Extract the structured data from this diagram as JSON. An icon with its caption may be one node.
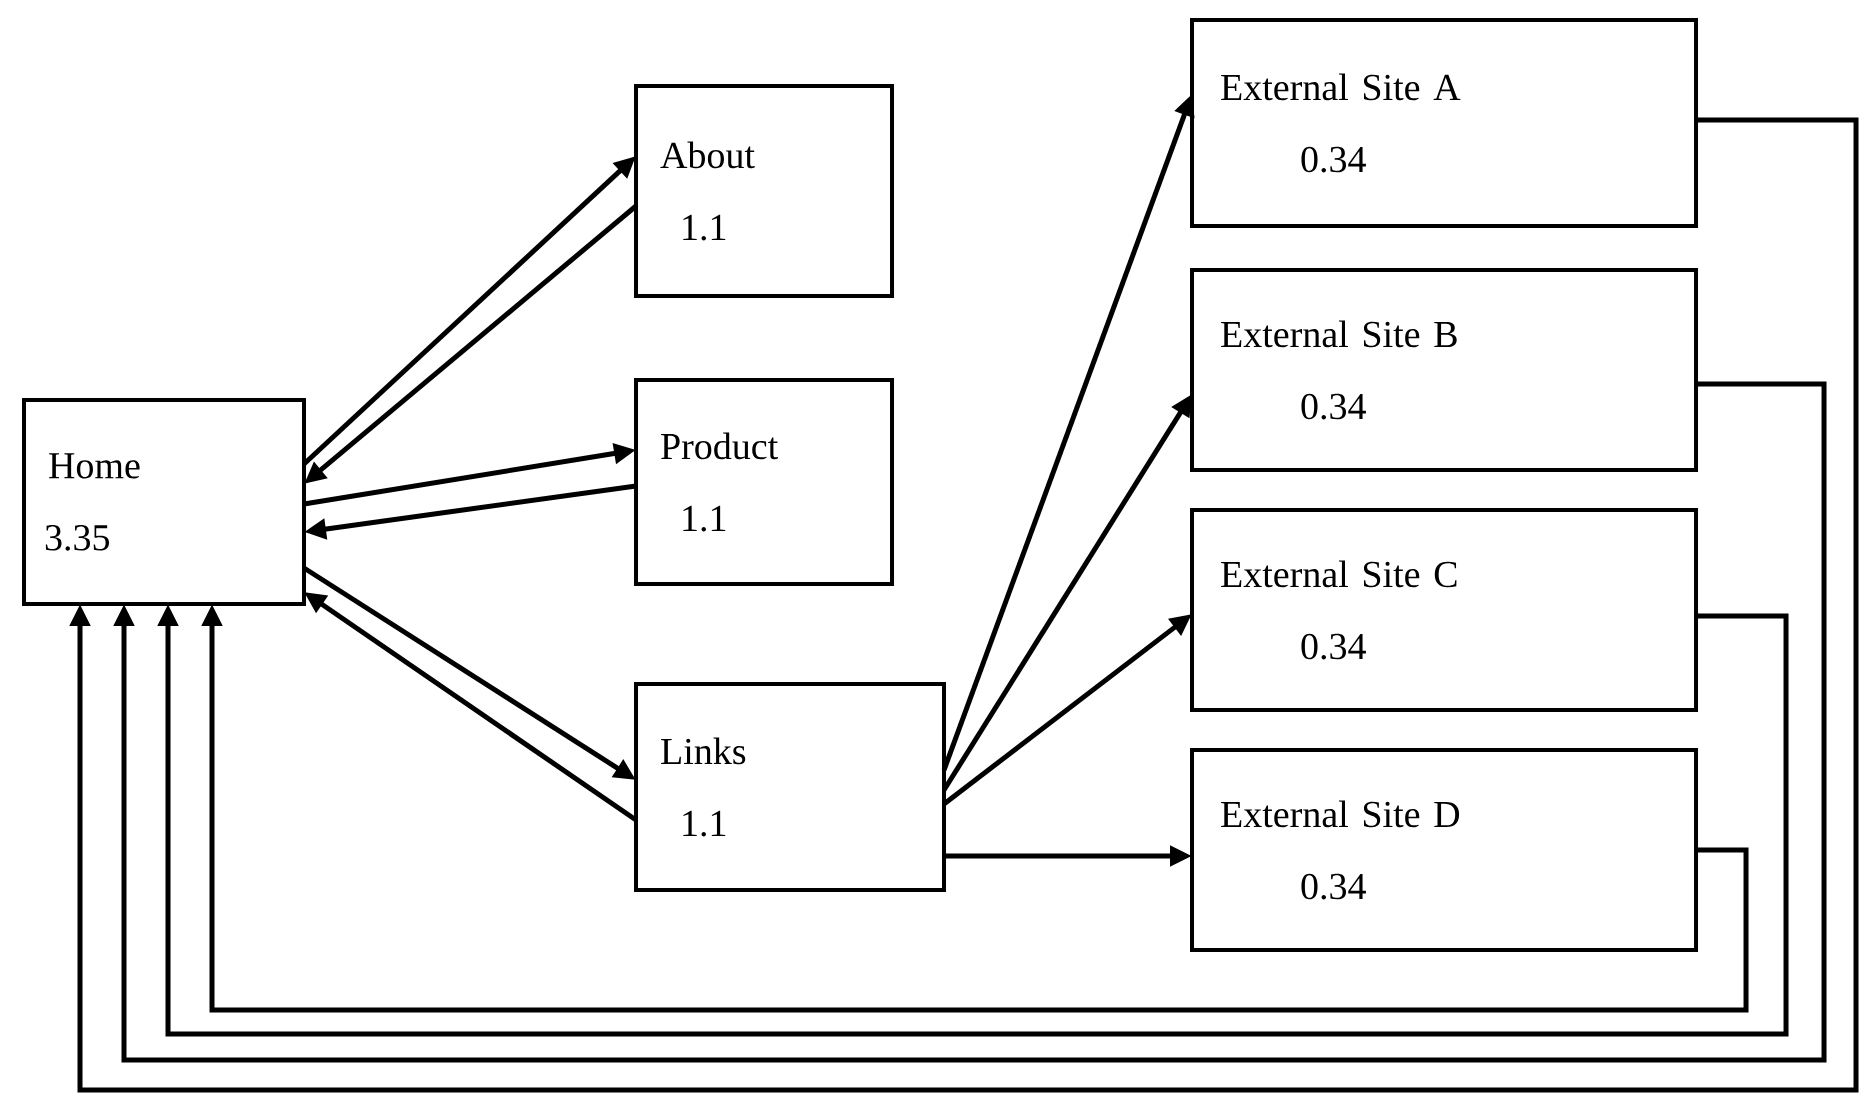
{
  "diagram": {
    "nodes": [
      {
        "text": [
          "Home",
          "3.35"
        ]
      },
      {
        "text": [
          "About",
          "1.1"
        ]
      },
      {
        "text": [
          "Product",
          "1.1"
        ]
      },
      {
        "text": [
          "Links",
          "1.1"
        ]
      },
      {
        "text": [
          "External Site A",
          "0.34"
        ]
      },
      {
        "text": [
          "External Site B",
          "0.34"
        ]
      },
      {
        "text": [
          "External Site C",
          "0.34"
        ]
      },
      {
        "text": [
          "External Site D",
          "0.34"
        ]
      }
    ],
    "edges": [
      {
        "from": 0,
        "to": 1,
        "arrow": "to"
      },
      {
        "from": 1,
        "to": 0,
        "arrow": "to"
      },
      {
        "from": 0,
        "to": 2,
        "arrow": "to"
      },
      {
        "from": 2,
        "to": 0,
        "arrow": "to"
      },
      {
        "from": 0,
        "to": 3,
        "arrow": "to"
      },
      {
        "from": 3,
        "to": 0,
        "arrow": "to"
      },
      {
        "from": 3,
        "to": 4,
        "arrow": "to"
      },
      {
        "from": 3,
        "to": 5,
        "arrow": "to"
      },
      {
        "from": 3,
        "to": 6,
        "arrow": "to"
      },
      {
        "from": 3,
        "to": 7,
        "arrow": "to"
      },
      {
        "from": 4,
        "to": 0,
        "arrow": "to"
      },
      {
        "from": 5,
        "to": 0,
        "arrow": "to"
      },
      {
        "from": 6,
        "to": 0,
        "arrow": "to"
      },
      {
        "from": 7,
        "to": 0,
        "arrow": "to"
      }
    ]
  }
}
